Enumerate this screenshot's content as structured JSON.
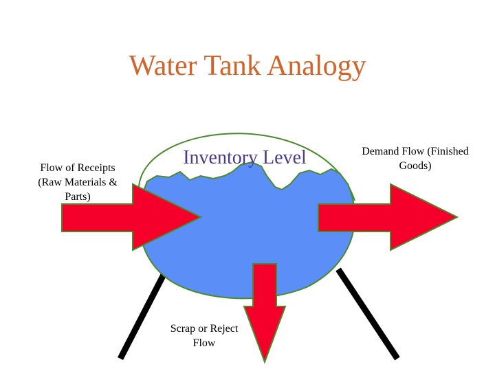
{
  "title": "Water Tank Analogy",
  "labels": {
    "inventory_level": "Inventory Level",
    "receipts_line1": "Flow of Receipts",
    "receipts_line2": "(Raw Materials &",
    "receipts_line3": "Parts)",
    "demand_line1": "Demand Flow (Finished",
    "demand_line2": "Goods)",
    "scrap_line1": "Scrap or Reject",
    "scrap_line2": "Flow"
  },
  "colors": {
    "title": "#D2642A",
    "water": "#5B8FF7",
    "tank_outline": "#4A8A2A",
    "arrow_fill": "#F5002A",
    "arrow_outline": "#4A8A2A",
    "legs": "#000000"
  }
}
